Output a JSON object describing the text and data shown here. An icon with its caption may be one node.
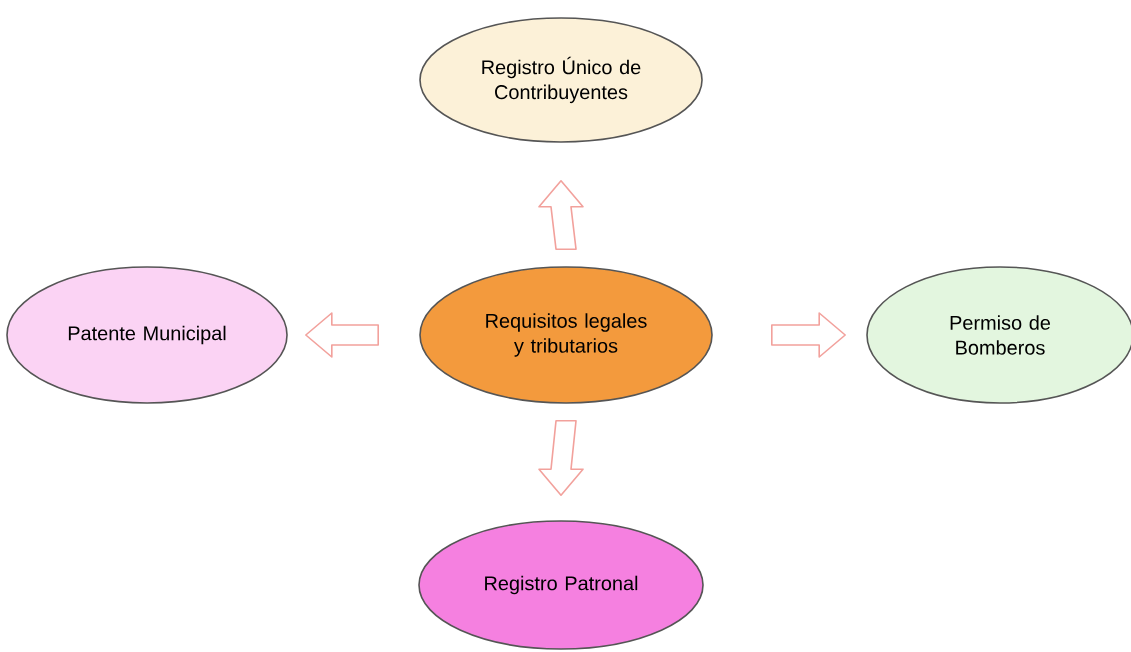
{
  "diagram": {
    "nodes": [
      {
        "text": [
          "Registro Único de Contribuyentes"
        ]
      },
      {
        "text": [
          "Patente Municipal"
        ]
      },
      {
        "text": [
          "Requisitos legales y tributarios"
        ]
      },
      {
        "text": [
          "Permiso de Bomberos"
        ]
      },
      {
        "text": [
          "Registro Patronal"
        ]
      }
    ],
    "edges": [
      {
        "from": 2,
        "to": 0,
        "arrow": "to"
      },
      {
        "from": 2,
        "to": 1,
        "arrow": "to"
      },
      {
        "from": 2,
        "to": 3,
        "arrow": "to"
      },
      {
        "from": 2,
        "to": 4,
        "arrow": "to"
      }
    ]
  }
}
